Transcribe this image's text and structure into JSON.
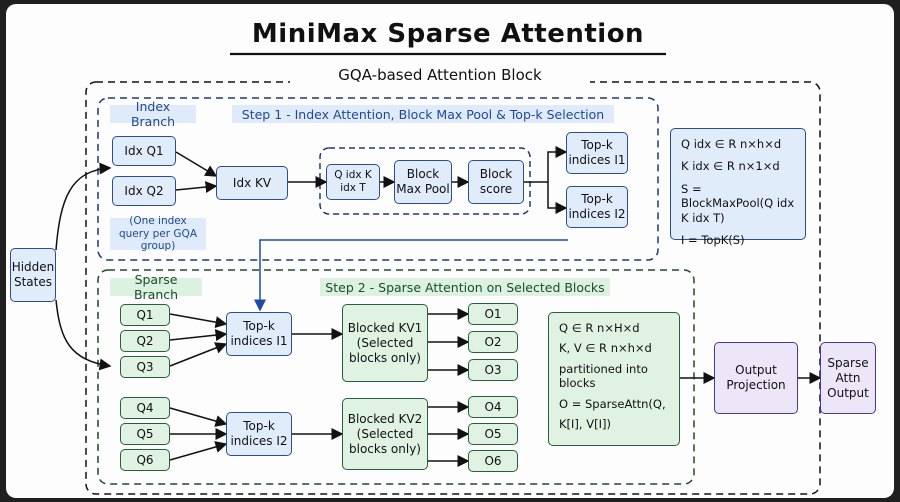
{
  "title": "MiniMax Sparse Attention",
  "block_title": "GQA-based Attention Block",
  "index_branch": {
    "label": "Index Branch",
    "step_label": "Step 1 - Index Attention, Block Max Pool & Top-k Selection",
    "idx_q1": "Idx Q1",
    "idx_q2": "Idx Q2",
    "idx_kv": "Idx KV",
    "qk": "Q idx K idx T",
    "block_max_pool": "Block Max Pool",
    "block_score": "Block score",
    "topk_i1": "Top-k indices I1",
    "topk_i2": "Top-k indices I2",
    "note": "(One index query per GQA group)"
  },
  "formulas_top": [
    "Q idx ∈ R n×h×d",
    "K idx ∈ R n×1×d",
    "S = BlockMaxPool(Q idx K idx T)",
    "I = TopK(S)"
  ],
  "hidden_states": "Hidden States",
  "sparse_branch": {
    "label": "Sparse Branch",
    "step_label": "Step 2 - Sparse Attention on Selected Blocks",
    "queries": [
      "Q1",
      "Q2",
      "Q3",
      "Q4",
      "Q5",
      "Q6"
    ],
    "topk_i1": "Top-k indices I1",
    "topk_i2": "Top-k indices I2",
    "kv1": "Blocked KV1 (Selected blocks only)",
    "kv2": "Blocked KV2 (Selected blocks only)",
    "outputs": [
      "O1",
      "O2",
      "O3",
      "O4",
      "O5",
      "O6"
    ]
  },
  "formulas_bottom": [
    "Q ∈ R n×H×d",
    "K, V ∈ R n×h×d",
    "partitioned into blocks",
    "O = SparseAttn(Q,",
    "K[I], V[I])"
  ],
  "output_projection": "Output Projection",
  "sparse_attn_output": "Sparse Attn Output",
  "colors": {
    "blue_fill": "#e1ecfb",
    "green_fill": "#e0f3e3",
    "purple_fill": "#ece6f8",
    "border_blue": "#1f3f78",
    "border_green": "#24603a"
  }
}
